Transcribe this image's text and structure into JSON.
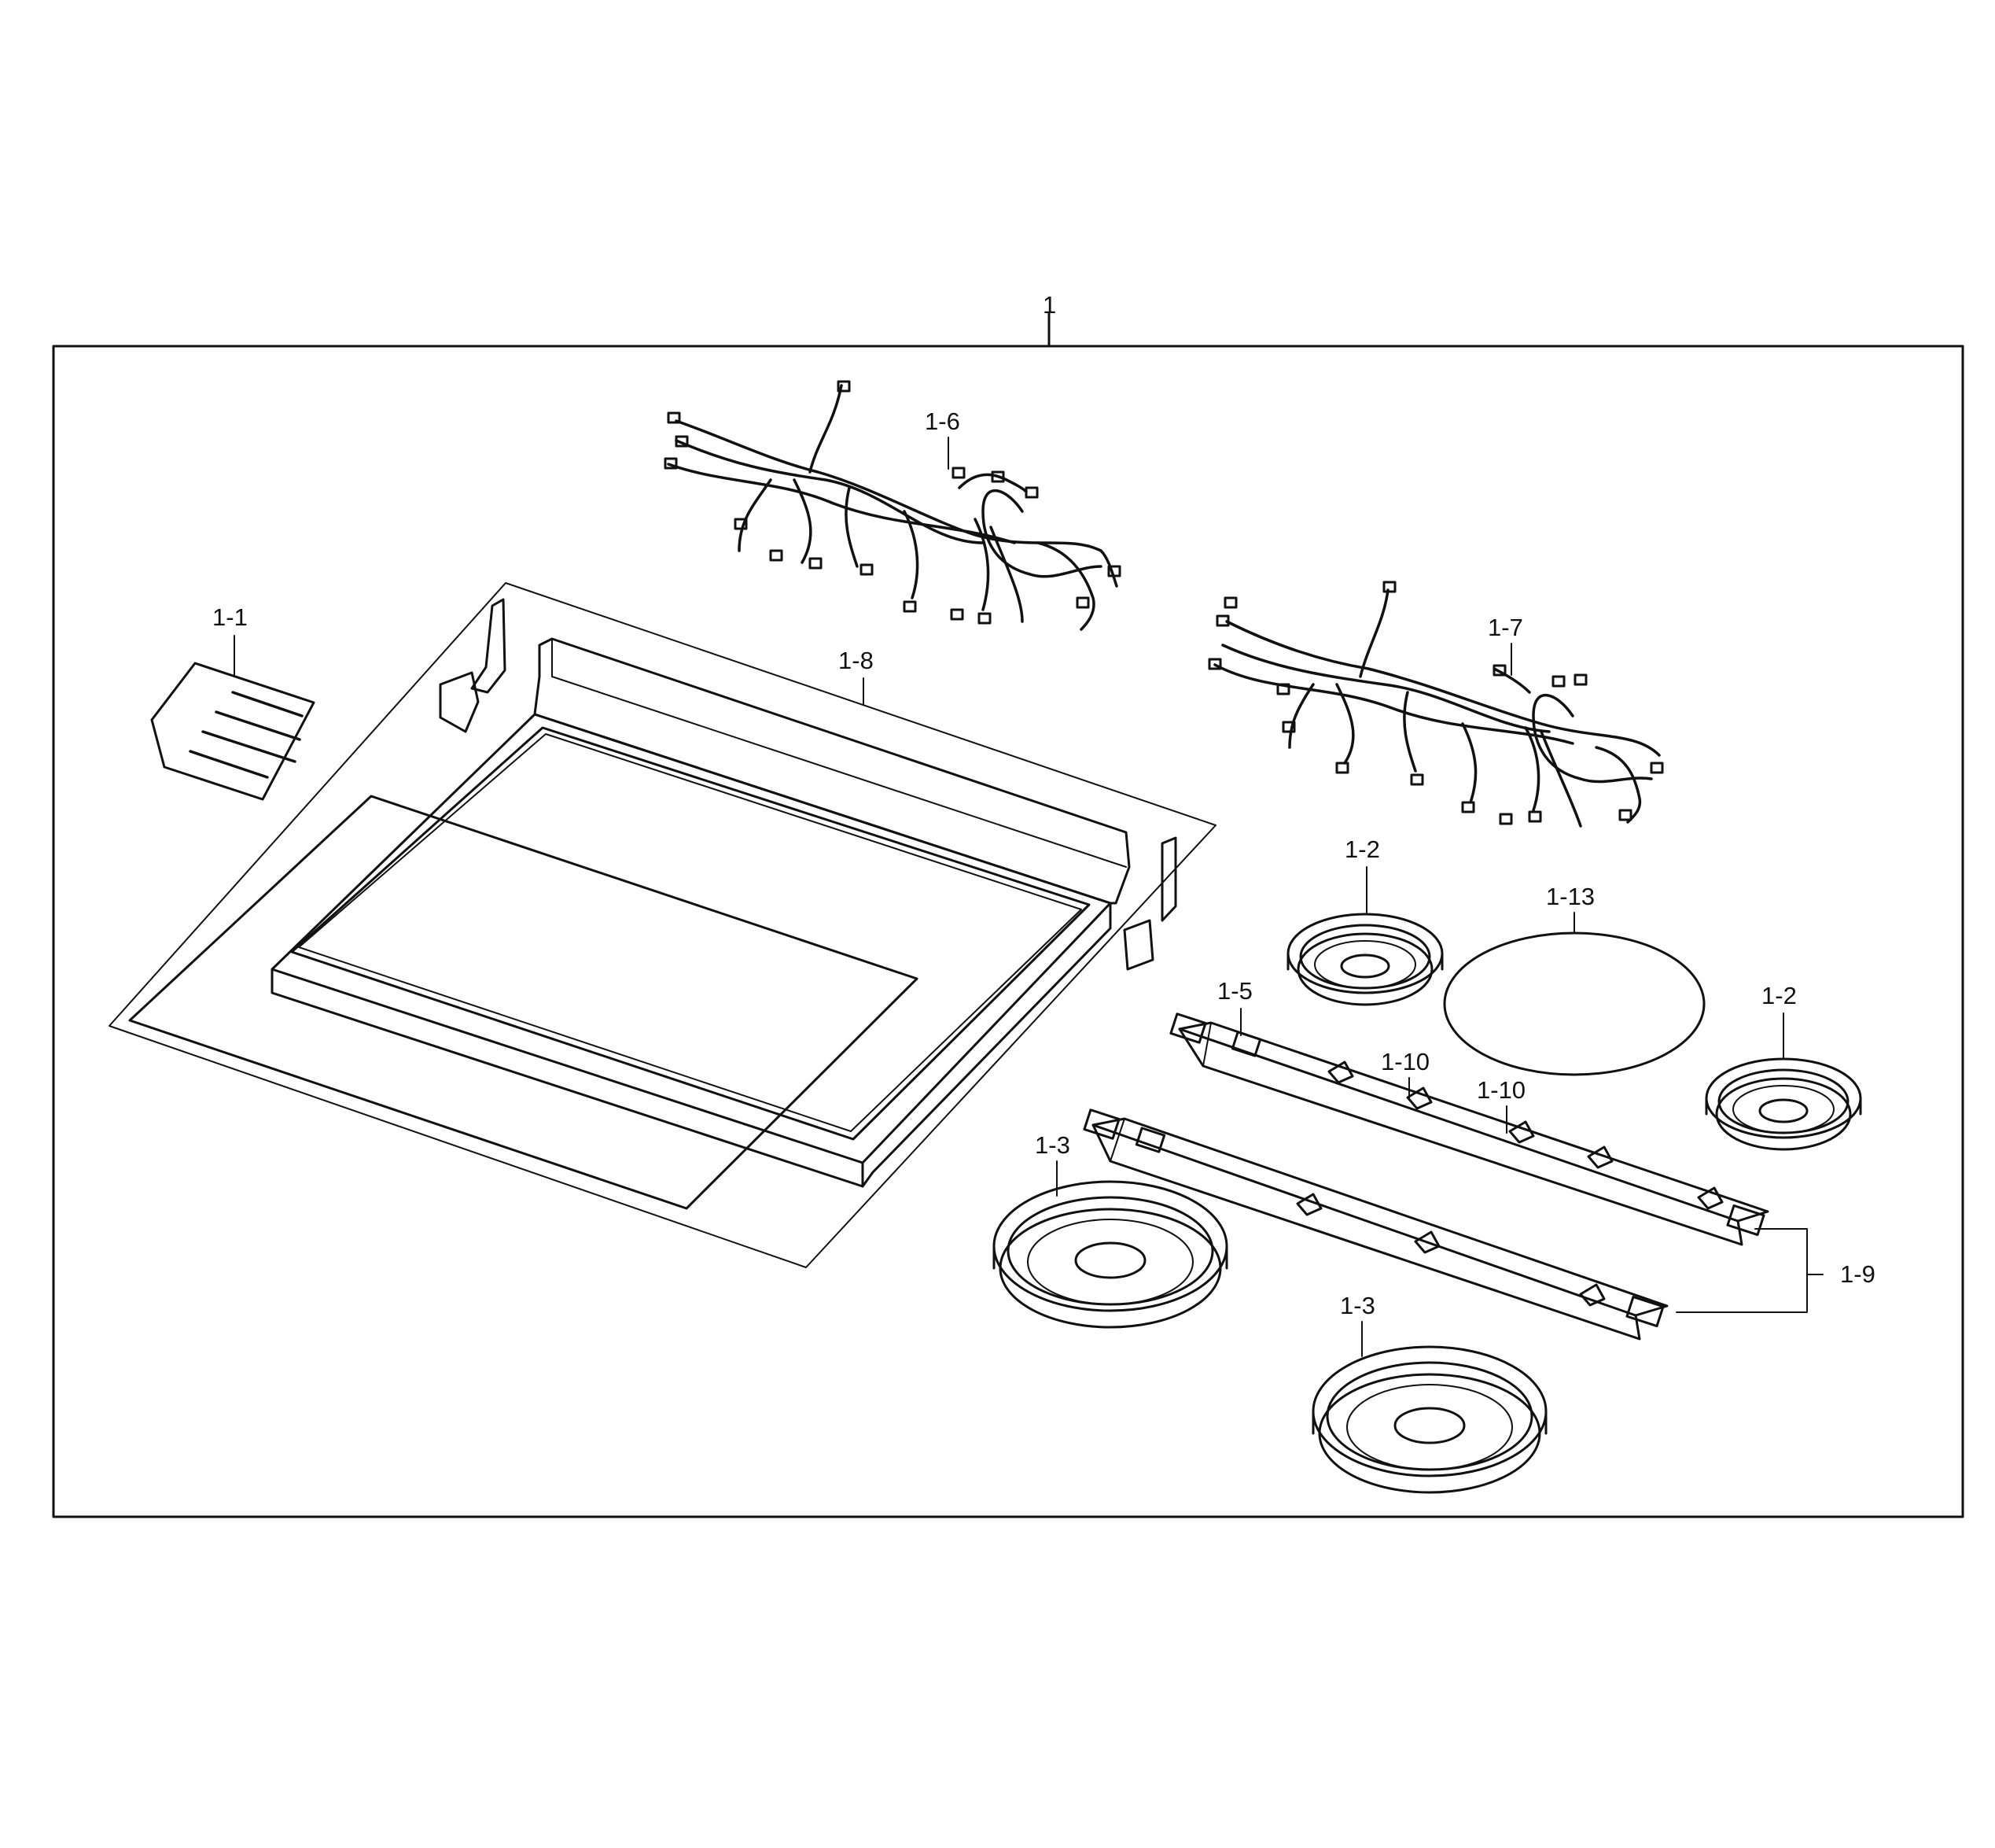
{
  "diagram": {
    "assembly_label": "1",
    "parts": {
      "p1_1": "1-1",
      "p1_8": "1-8",
      "p1_6": "1-6",
      "p1_7": "1-7",
      "p1_2a": "1-2",
      "p1_2b": "1-2",
      "p1_13": "1-13",
      "p1_5": "1-5",
      "p1_10a": "1-10",
      "p1_10b": "1-10",
      "p1_3a": "1-3",
      "p1_3b": "1-3",
      "p1_9": "1-9"
    }
  }
}
